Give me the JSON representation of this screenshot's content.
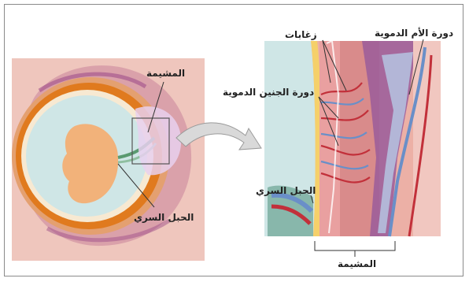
{
  "labels": {
    "placenta_left": "المشيمة",
    "umbilical_cord_left": "الحبل السري",
    "villi": "زغابات",
    "maternal_circulation": "دورة الأم الدموية",
    "fetal_circulation": "دورة الجنين الدموية",
    "umbilical_cord_right": "الحبل السري",
    "placenta_bottom": "المشيمة"
  },
  "colors": {
    "uterus_wall": "#e8b8ae",
    "placenta_pink": "#e69a9a",
    "amnion_orange": "#e07a1e",
    "amniotic_fluid": "#cfe6e6",
    "fetus_skin": "#f2b27a",
    "maternal_purple": "#9a5c9a",
    "vessel_blue": "#6a8fc8",
    "vessel_red": "#c2303a",
    "arrow_gray": "#bdbdbd",
    "frame_gray": "#8a8a8a"
  }
}
